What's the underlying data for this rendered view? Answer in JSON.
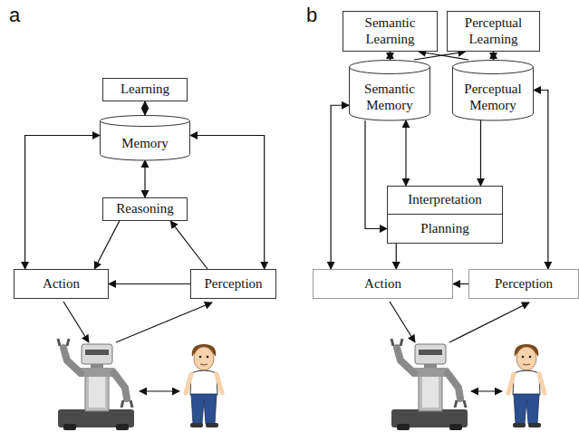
{
  "diagram": {
    "nodes": [
      {
        "text": [
          "Learning"
        ]
      },
      {
        "text": [
          "Memory"
        ]
      },
      {
        "text": [
          "Reasoning"
        ]
      },
      {
        "text": [
          "Action"
        ]
      },
      {
        "text": [
          "Perception"
        ]
      },
      {
        "text": [
          "Semantic Learning"
        ]
      },
      {
        "text": [
          "Perceptual Learning"
        ]
      },
      {
        "text": [
          "Semantic Memory"
        ]
      },
      {
        "text": [
          "Perceptual Memory"
        ]
      },
      {
        "text": [
          "Interpretation"
        ]
      },
      {
        "text": [
          "Planning"
        ]
      },
      {
        "text": [
          "Action"
        ]
      },
      {
        "text": [
          "Perception"
        ]
      }
    ],
    "edges": [
      {
        "from": 0,
        "to": 1,
        "arrow": "both"
      },
      {
        "from": 1,
        "to": 2,
        "arrow": "both"
      },
      {
        "from": 1,
        "to": 3,
        "arrow": "both"
      },
      {
        "from": 1,
        "to": 4,
        "arrow": "both"
      },
      {
        "from": 2,
        "to": 3,
        "arrow": "to"
      },
      {
        "from": 4,
        "to": 2,
        "arrow": "to"
      },
      {
        "from": 4,
        "to": 3,
        "arrow": "to"
      },
      {
        "from": 5,
        "to": 7,
        "arrow": "both"
      },
      {
        "from": 6,
        "to": 8,
        "arrow": "both"
      },
      {
        "from": 7,
        "to": 6,
        "arrow": "to"
      },
      {
        "from": 8,
        "to": 5,
        "arrow": "to"
      },
      {
        "from": 7,
        "to": 9,
        "arrow": "both"
      },
      {
        "from": 8,
        "to": 9,
        "arrow": "to"
      },
      {
        "from": 7,
        "to": 10,
        "arrow": "to"
      },
      {
        "from": 10,
        "to": 11,
        "arrow": "to"
      },
      {
        "from": 7,
        "to": 11,
        "arrow": "both"
      },
      {
        "from": 8,
        "to": 12,
        "arrow": "both"
      },
      {
        "from": 12,
        "to": 11,
        "arrow": "to"
      }
    ],
    "labels": [
      "a",
      "b"
    ]
  }
}
